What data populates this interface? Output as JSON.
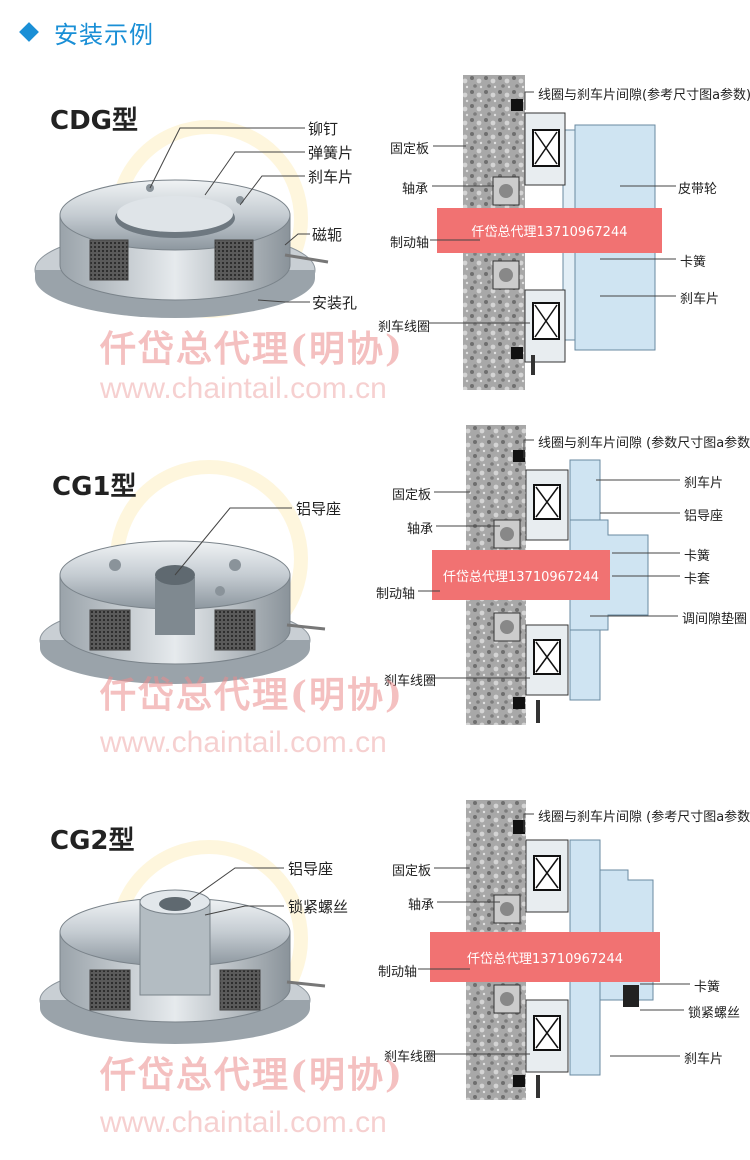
{
  "header": {
    "title": "安装示例"
  },
  "watermark": {
    "cn": "仟岱总代理(明协)",
    "url": "www.chaintail.com.cn"
  },
  "sections": [
    {
      "model": "CDG型",
      "product_labels": [
        "铆钉",
        "弹簧片",
        "刹车片",
        "磁轭",
        "安装孔"
      ],
      "diagram": {
        "top_note": "线圈与刹车片间隙(参考尺寸图a参数)",
        "left_labels": [
          "固定板",
          "轴承",
          "制动轴",
          "刹车线圈"
        ],
        "right_labels": [
          "皮带轮",
          "卡簧",
          "刹车片"
        ],
        "shaft_text": "仟岱总代理13710967244"
      }
    },
    {
      "model": "CG1型",
      "product_labels": [
        "铝导座"
      ],
      "diagram": {
        "top_note": "线圈与刹车片间隙 (参数尺寸图a参数)",
        "left_labels": [
          "固定板",
          "轴承",
          "制动轴",
          "刹车线圈"
        ],
        "right_labels": [
          "刹车片",
          "铝导座",
          "卡簧",
          "卡套",
          "调间隙垫圈"
        ],
        "shaft_text": "仟岱总代理13710967244"
      }
    },
    {
      "model": "CG2型",
      "product_labels": [
        "铝导座",
        "锁紧螺丝"
      ],
      "diagram": {
        "top_note": "线圈与刹车片间隙 (参考尺寸图a参数)",
        "left_labels": [
          "固定板",
          "轴承",
          "制动轴",
          "刹车线圈"
        ],
        "right_labels": [
          "卡簧",
          "锁紧螺丝",
          "刹车片"
        ],
        "shaft_text": "仟岱总代理13710967244"
      }
    }
  ],
  "colors": {
    "accent": "#1a8fd6",
    "shaft": "#f17272",
    "part_blue": "#cfe4f2",
    "wall": "#9a9a9a"
  }
}
